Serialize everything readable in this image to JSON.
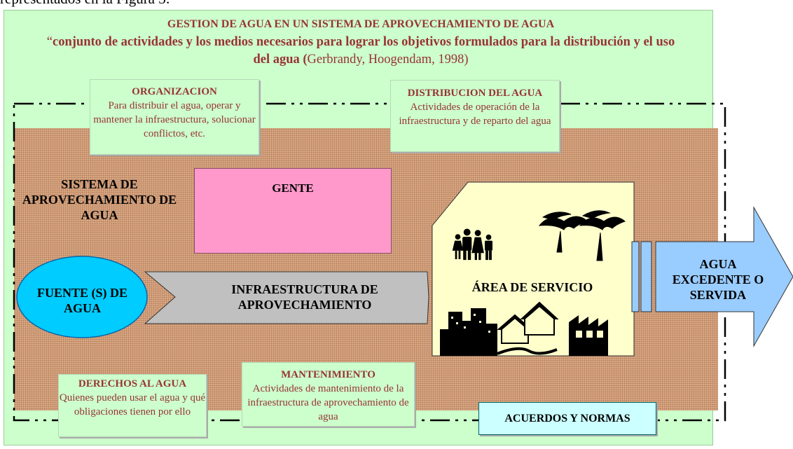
{
  "top_text": "representados en la Figura 3:",
  "header": {
    "title": "GESTION DE AGUA EN UN SISTEMA DE APROVECHAMIENTO DE AGUA",
    "definition_open_quote": "“",
    "definition_bold": "conjunto de actividades y los medios necesarios para lograr los objetivos formulados para la distribución y el uso del agua (",
    "definition_citation": "Gerbrandy, Hoogendam, 1998)"
  },
  "organizacion": {
    "title": "ORGANIZACION",
    "body": "Para distribuir el agua, operar y mantener la infraestructura, solucionar conflictos, etc."
  },
  "distribucion": {
    "title": "DISTRIBUCION DEL AGUA",
    "body": "Actividades de operación de la infraestructura y de reparto del agua"
  },
  "sistema_label": "SISTEMA DE APROVECHAMIENTO DE AGUA",
  "gente_label": "GENTE",
  "fuente_label": "FUENTE (S) DE AGUA",
  "infraestructura_label": "INFRAESTRUCTURA DE APROVECHAMIENTO",
  "area_servicio_label": "ÁREA DE SERVICIO",
  "agua_excedente_label": "AGUA EXCEDENTE O SERVIDA",
  "derechos": {
    "title": "DERECHOS AL AGUA",
    "body": "Quienes pueden usar el agua y qué obligaciones tienen por ello"
  },
  "mantenimiento": {
    "title": "MANTENIMIENTO",
    "body": "Actividades de mantenimiento de la infraestructura de aprovechamiento de agua"
  },
  "acuerdos_label": "ACUERDOS Y NORMAS",
  "colors": {
    "panel": "#ccffcc",
    "sistema_area": "#d9a984",
    "gente": "#ff99cc",
    "fuente": "#00ccff",
    "infraestructura": "#c0c0c0",
    "area_servicio": "#ffffcc",
    "agua_excedente": "#99ccff",
    "acuerdos": "#ccffff",
    "text_header": "#993333"
  }
}
